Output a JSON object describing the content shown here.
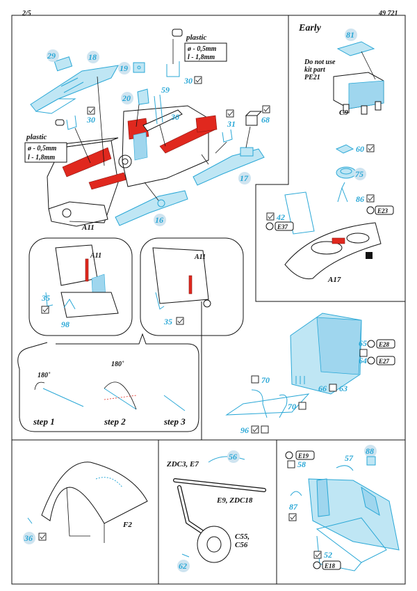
{
  "header": {
    "page": "2/5",
    "set_code": "49 721"
  },
  "sections": {
    "early": {
      "title": "Early",
      "note_lines": [
        "Do not use",
        "kit part",
        "PE21"
      ]
    },
    "main": {
      "plastic_top": {
        "label": "plastic",
        "dia": "ø - 0,5mm",
        "len": "l - 1,8mm"
      },
      "plastic_left": {
        "label": "plastic",
        "dia": "ø - 0,5mm",
        "len": "l - 1,8mm"
      }
    },
    "steps": {
      "angle": "180˚",
      "step1": "step 1",
      "step2": "step 2",
      "step3": "step 3"
    }
  },
  "kit_parts": [
    "A11",
    "A11",
    "A11",
    "A17",
    "C9",
    "F2",
    "ZDC3, E7",
    "E9, ZDC18",
    "C55,",
    "C56"
  ],
  "pe_parts": [
    "29",
    "18",
    "19",
    "20",
    "59",
    "30",
    "30",
    "30",
    "31",
    "68",
    "17",
    "16",
    "81",
    "60",
    "75",
    "86",
    "42",
    "35",
    "98",
    "35",
    "65",
    "64",
    "70",
    "70",
    "66",
    "63",
    "96",
    "36",
    "56",
    "57",
    "88",
    "87",
    "58",
    "52",
    "62"
  ],
  "option_refs": [
    "E23",
    "E37",
    "E28",
    "E27",
    "E19",
    "E18"
  ],
  "colors": {
    "etch_blue": "#29a7d6",
    "etch_fill": "#bfe6f4",
    "resin_red": "#e0281e",
    "number_circle": "#cfe4f0"
  }
}
